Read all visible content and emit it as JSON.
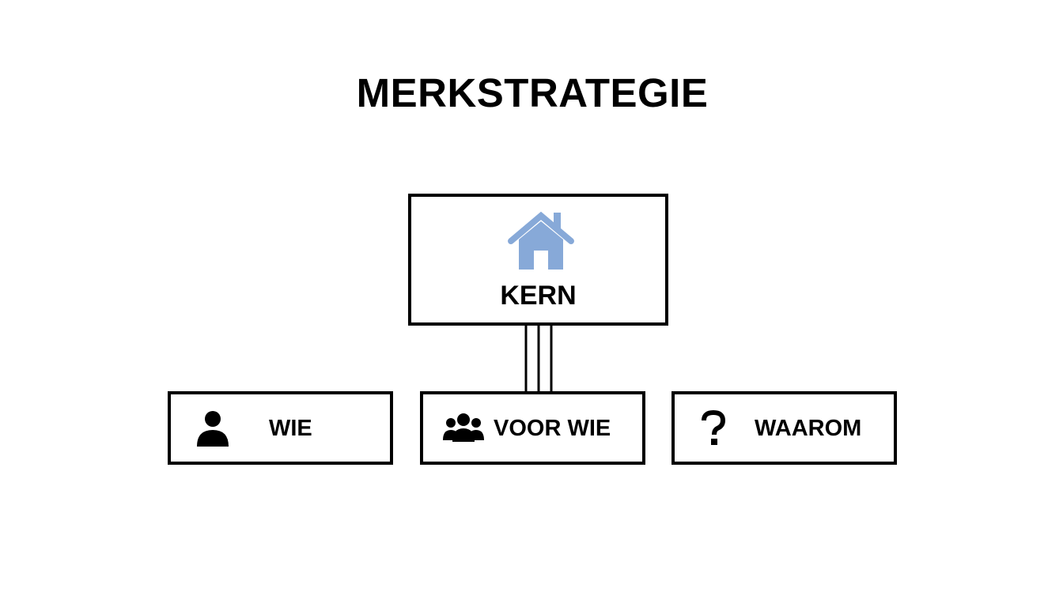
{
  "title": "MERKSTRATEGIE",
  "core": {
    "label": "KERN",
    "icon": "house-icon",
    "icon_color": "#87a9d8"
  },
  "branches": [
    {
      "label": "WIE",
      "icon": "person-icon"
    },
    {
      "label": "VOOR WIE",
      "icon": "group-icon"
    },
    {
      "label": "WAAROM",
      "icon": "question-mark-icon"
    }
  ],
  "colors": {
    "line": "#000000",
    "background": "#ffffff",
    "accent": "#87a9d8"
  }
}
